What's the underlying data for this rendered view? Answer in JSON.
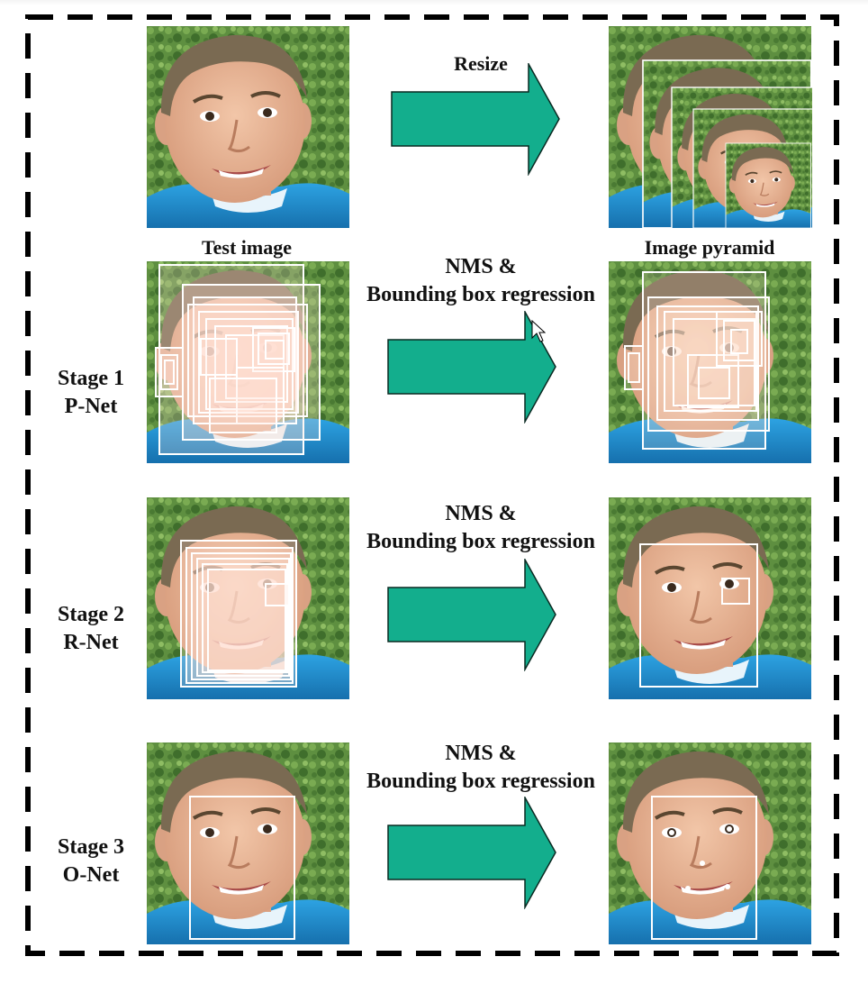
{
  "colors": {
    "arrow": "#13ae8d",
    "arrow_outline": "#0a2a22",
    "frame": "#000000",
    "box": "#ffffff",
    "shirt": "#1f8fd0",
    "background_foliage": "#5b8a3d"
  },
  "top_row": {
    "arrow_label": "Resize",
    "left_caption": "Test image",
    "right_caption": "Image pyramid"
  },
  "stages": [
    {
      "stage_label": "Stage 1",
      "net_label": "P-Net",
      "arrow_label_line1": "NMS &",
      "arrow_label_line2": "Bounding box regression"
    },
    {
      "stage_label": "Stage 2",
      "net_label": "R-Net",
      "arrow_label_line1": "NMS &",
      "arrow_label_line2": "Bounding box regression"
    },
    {
      "stage_label": "Stage 3",
      "net_label": "O-Net",
      "arrow_label_line1": "NMS &",
      "arrow_label_line2": "Bounding box regression"
    }
  ],
  "icons": {
    "cursor": "mouse-pointer-icon"
  }
}
